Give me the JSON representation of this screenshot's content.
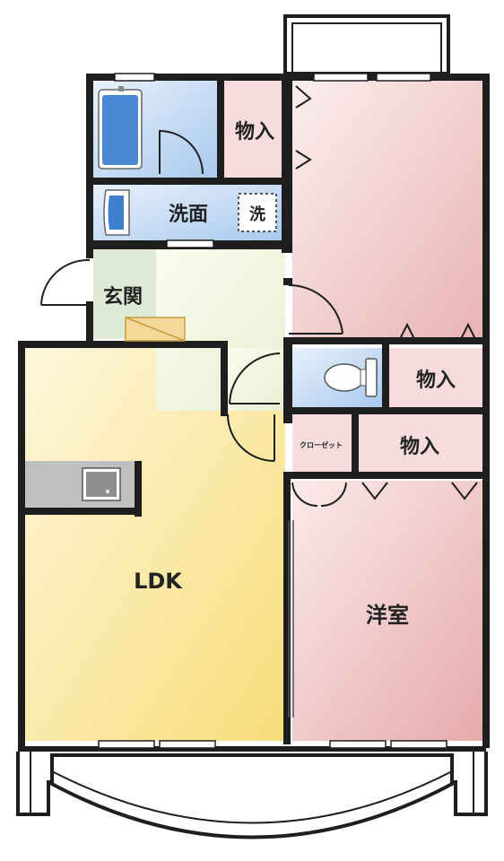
{
  "rooms": {
    "ldk": "LDK",
    "western_room": "洋室",
    "entrance": "玄関",
    "washroom": "洗面",
    "laundry": "洗",
    "storage_top": "物入",
    "storage_mid": "物入",
    "storage_low": "物入",
    "closet": "クローゼット"
  },
  "colors": {
    "wall": "#1e1e1e",
    "ldk_light": "#fdf6dc",
    "ldk_dark": "#f8dd7a",
    "western_light": "#fbeeee",
    "western_dark": "#e9b3b3",
    "storage": "#f6dcdc",
    "bath_light": "#e8f1fb",
    "bath_dark": "#a9c9ee",
    "entrance": "#dfead6",
    "hall": "#f4f8e6"
  }
}
